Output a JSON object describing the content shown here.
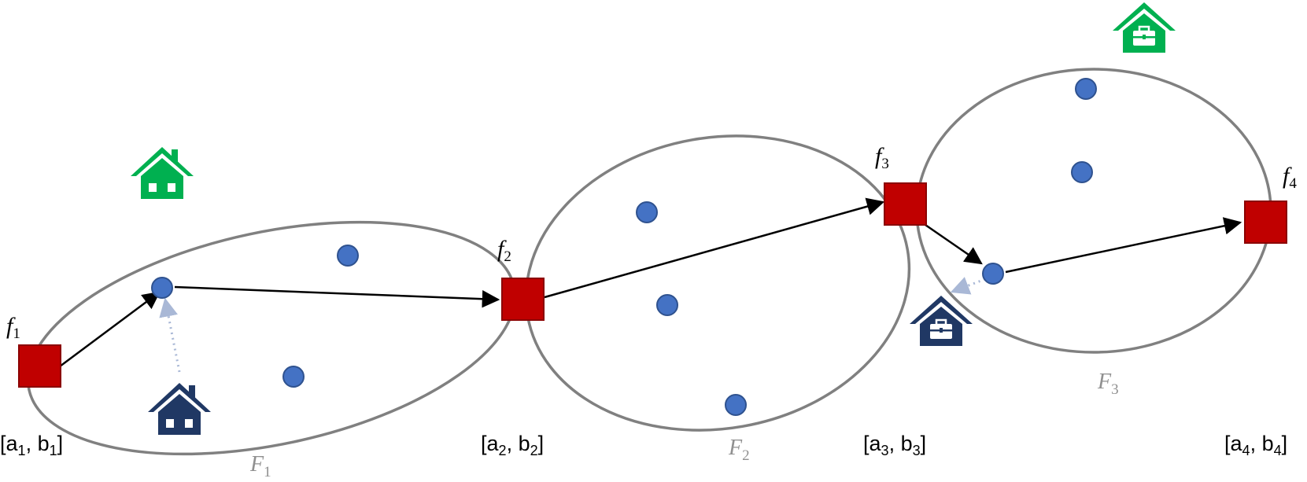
{
  "colors": {
    "facility": "#C00000",
    "customer": "#4472C4",
    "ellipse": "#808080",
    "arrow": "#000000",
    "dotted": "#A9B8D6",
    "house_green": "#00B050",
    "house_navy": "#203864"
  },
  "facilities": [
    {
      "symbol": "f",
      "sub": "1"
    },
    {
      "symbol": "f",
      "sub": "2"
    },
    {
      "symbol": "f",
      "sub": "3"
    },
    {
      "symbol": "f",
      "sub": "4"
    }
  ],
  "regions": [
    {
      "symbol": "F",
      "sub": "1"
    },
    {
      "symbol": "F",
      "sub": "2"
    },
    {
      "symbol": "F",
      "sub": "3"
    }
  ],
  "intervals": [
    {
      "open": "[",
      "a": "a",
      "as": "1",
      "sep": ", ",
      "b": "b",
      "bs": "1",
      "close": "]"
    },
    {
      "open": "[",
      "a": "a",
      "as": "2",
      "sep": ", ",
      "b": "b",
      "bs": "2",
      "close": "]"
    },
    {
      "open": "[",
      "a": "a",
      "as": "3",
      "sep": ", ",
      "b": "b",
      "bs": "3",
      "close": "]"
    },
    {
      "open": "[",
      "a": "a",
      "as": "4",
      "sep": ", ",
      "b": "b",
      "bs": "4",
      "close": "]"
    }
  ],
  "icons": {
    "home_green": "home-icon",
    "home_navy": "home-icon",
    "work_green": "work-icon",
    "work_navy": "work-icon"
  }
}
